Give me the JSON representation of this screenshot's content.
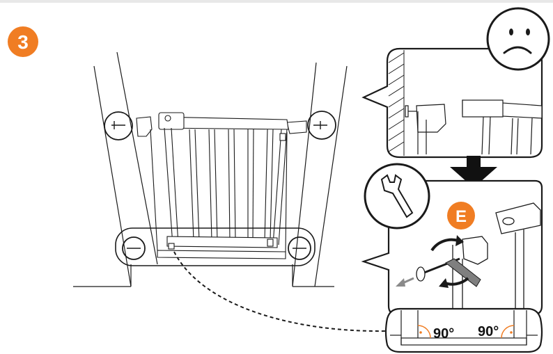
{
  "step": {
    "number": "3"
  },
  "badge": {
    "letter": "E"
  },
  "angles": {
    "left": "90°",
    "right": "90°"
  },
  "colors": {
    "accent": "#f07d23",
    "line": "#1a1a1a",
    "gray": "#8a8a8a",
    "wrench": "#7f7f7f"
  },
  "icons": [
    "sad-face-icon",
    "wrench-icon",
    "rotate-arrows-icon",
    "direction-arrow-icon",
    "down-arrow-icon"
  ]
}
